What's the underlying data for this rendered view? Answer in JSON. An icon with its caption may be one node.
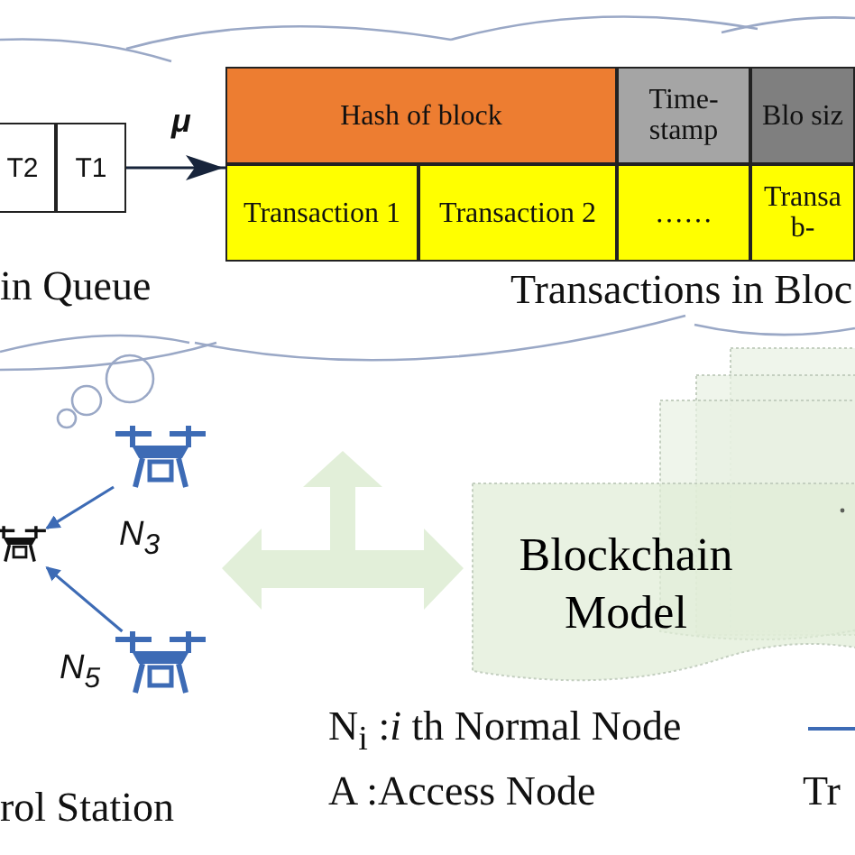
{
  "diagram": {
    "nodes": [
      {
        "text": [
          "T2"
        ]
      },
      {
        "text": [
          "T1"
        ]
      },
      {
        "text": [],
        "shape": "box"
      },
      {
        "text": [
          "Hash of block"
        ],
        "in": 2
      },
      {
        "text": [
          "Time- stamp"
        ],
        "in": 2
      },
      {
        "text": [
          "Blo siz"
        ],
        "in": 2
      },
      {
        "text": [
          "Transaction 1"
        ],
        "in": 2
      },
      {
        "text": [
          "Transaction 2"
        ],
        "in": 2
      },
      {
        "text": [
          "……"
        ],
        "in": 2
      },
      {
        "text": [
          "Transa b-"
        ],
        "in": 2
      },
      {
        "text": [],
        "shape": "drone"
      },
      {
        "text": [],
        "shape": "drone"
      },
      {
        "text": [],
        "shape": "drone"
      },
      {
        "text": [
          "Blockchain Model"
        ]
      }
    ],
    "edges": [
      {
        "from": 1,
        "to": 2,
        "arrow": "to",
        "label": "μ",
        "color": "#17243b"
      },
      {
        "from": 11,
        "to": 10,
        "arrow": "to"
      },
      {
        "from": 12,
        "to": 10,
        "arrow": "to"
      }
    ],
    "labels": [
      "in Queue",
      "Transactions in Bloc",
      "N$_{3}$",
      "N$_{5}$",
      "rol Station",
      "N$_{i}$ :*i* th Normal Node",
      "A :Access Node"
    ],
    "legend": [
      {
        "text": "Tr"
      }
    ]
  }
}
